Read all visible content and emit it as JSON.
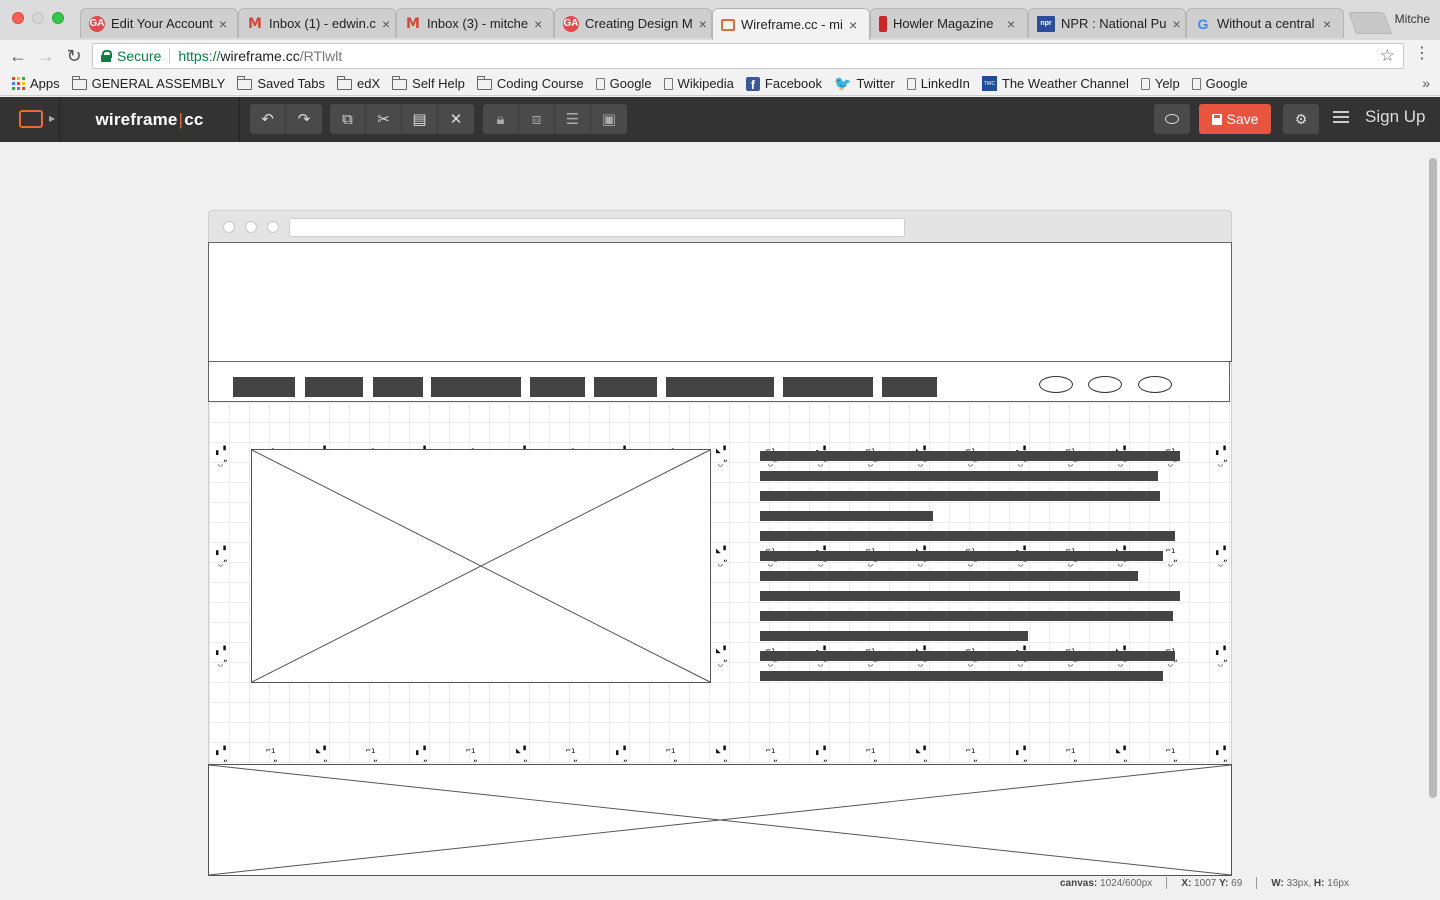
{
  "browser": {
    "tabs": [
      {
        "label": "Edit Your Account",
        "icon": "ga-icon"
      },
      {
        "label": "Inbox (1) - edwin.c",
        "icon": "gmail-icon"
      },
      {
        "label": "Inbox (3) - mitche",
        "icon": "gmail-icon"
      },
      {
        "label": "Creating Design M",
        "icon": "ga-icon"
      },
      {
        "label": "Wireframe.cc - mi",
        "icon": "wireframe-icon",
        "active": true
      },
      {
        "label": "Howler Magazine",
        "icon": "howler-icon"
      },
      {
        "label": "NPR : National Pu",
        "icon": "npr-icon"
      },
      {
        "label": "Without a central",
        "icon": "google-icon"
      }
    ],
    "profile": "Mitche",
    "address": {
      "secure_label": "Secure",
      "scheme": "https://",
      "host": "wireframe.cc",
      "path": "/RTlwlt"
    },
    "bookmarks": [
      {
        "label": "Apps",
        "icon": "apps-grid-icon"
      },
      {
        "label": "GENERAL ASSEMBLY",
        "icon": "folder-icon"
      },
      {
        "label": "Saved Tabs",
        "icon": "folder-icon"
      },
      {
        "label": "edX",
        "icon": "folder-icon"
      },
      {
        "label": "Self Help",
        "icon": "folder-icon"
      },
      {
        "label": "Coding Course",
        "icon": "folder-icon"
      },
      {
        "label": "Google",
        "icon": "page-icon"
      },
      {
        "label": "Wikipedia",
        "icon": "page-icon"
      },
      {
        "label": "Facebook",
        "icon": "facebook-icon"
      },
      {
        "label": "Twitter",
        "icon": "twitter-icon"
      },
      {
        "label": "LinkedIn",
        "icon": "page-icon"
      },
      {
        "label": "The Weather Channel",
        "icon": "weather-channel-icon"
      },
      {
        "label": "Yelp",
        "icon": "page-icon"
      },
      {
        "label": "Google",
        "icon": "page-icon"
      }
    ]
  },
  "app": {
    "brand_left": "wireframe",
    "brand_sep": "|",
    "brand_right": "cc",
    "save_label": "Save",
    "signup_label": "Sign Up",
    "accent_color": "#e8553e"
  },
  "status": {
    "canvas_label": "canvas:",
    "canvas_value": "1024/600px",
    "x_label": "X:",
    "x_value": "1007",
    "y_label": "Y:",
    "y_value": "69",
    "w_label": "W:",
    "w_value": "33px,",
    "h_label": "H:",
    "h_value": "16px"
  }
}
